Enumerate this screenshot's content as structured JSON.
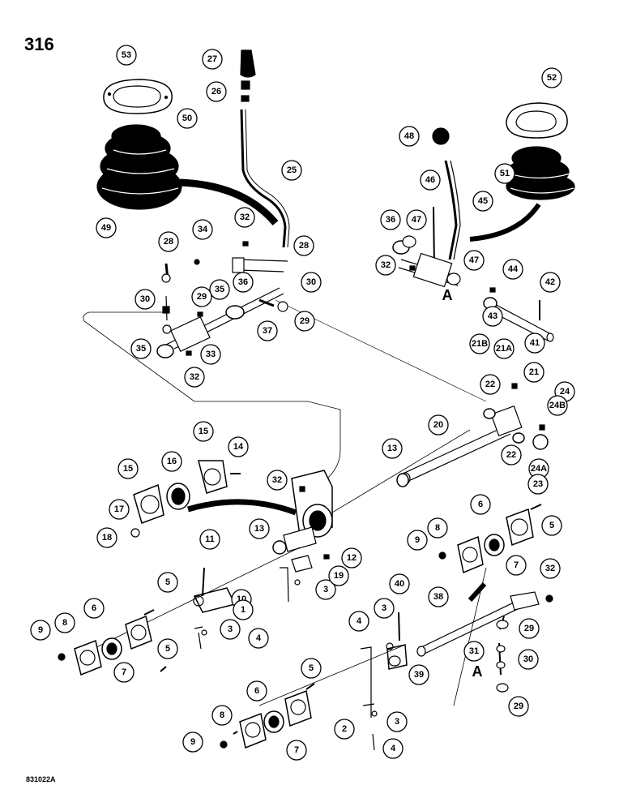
{
  "page_number": "316",
  "figure_code": "831022A",
  "section_marker": "A",
  "callouts": [
    "53",
    "27",
    "26",
    "50",
    "52",
    "48",
    "25",
    "51",
    "49",
    "46",
    "45",
    "36",
    "47",
    "32",
    "28",
    "34",
    "28",
    "30",
    "32",
    "47",
    "44",
    "42",
    "35",
    "36",
    "30",
    "29",
    "37",
    "29",
    "43",
    "41",
    "35",
    "33",
    "32",
    "21B",
    "21A",
    "21",
    "22",
    "24",
    "24B",
    "20",
    "22",
    "24A",
    "23",
    "15",
    "16",
    "15",
    "14",
    "13",
    "32",
    "17",
    "18",
    "11",
    "13",
    "12",
    "8",
    "9",
    "6",
    "5",
    "7",
    "3",
    "10",
    "19",
    "5",
    "40",
    "38",
    "32",
    "6",
    "1",
    "3",
    "4",
    "29",
    "8",
    "9",
    "7",
    "5",
    "4",
    "3",
    "39",
    "31",
    "30",
    "29",
    "5",
    "6",
    "2",
    "3",
    "8",
    "9",
    "7",
    "4"
  ]
}
